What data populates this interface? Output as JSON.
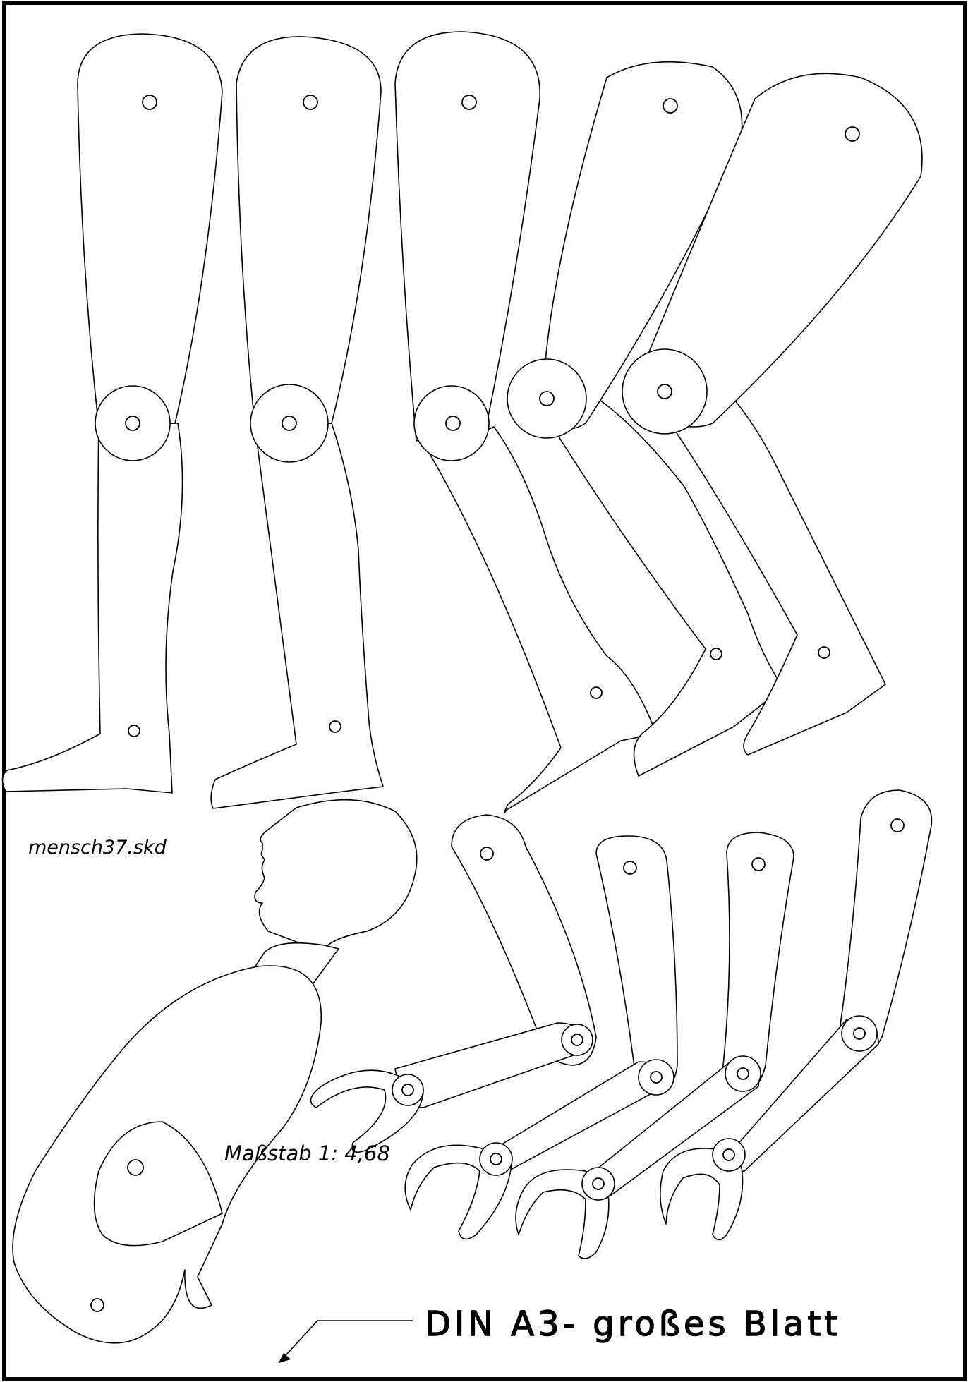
{
  "sheet": {
    "filename": "mensch37.skd",
    "scale_label": "Maßstab 1: 4,68",
    "paper_label": "DIN A3- großes Blatt"
  },
  "parts": {
    "legs": 5,
    "arms": 4,
    "head": 1,
    "torso": 1
  },
  "colors": {
    "line": "#000000",
    "background": "#ffffff"
  }
}
